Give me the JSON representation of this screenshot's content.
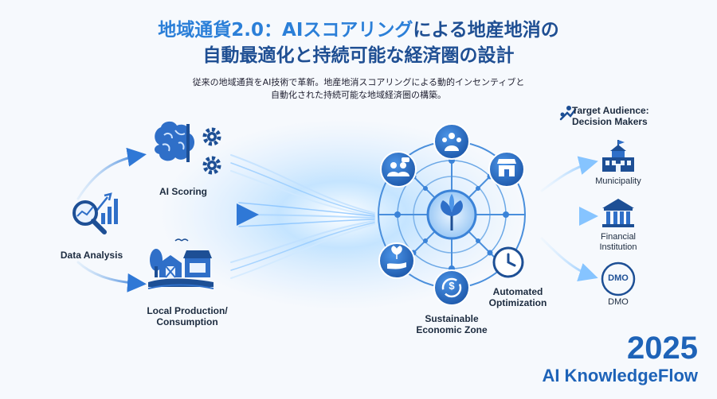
{
  "header": {
    "title_highlight": "地域通貨2.0：AIスコアリング",
    "title_rest_line1": "による地産地消の",
    "title_line2": "自動最適化と持続可能な経済圏の設計",
    "subtitle_line1": "従来の地域通貨をAI技術で革新。地産地消スコアリングによる動的インセンティブと",
    "subtitle_line2": "自動化された持続可能な地域経済圏の構築。"
  },
  "left": {
    "data_analysis": "Data Analysis",
    "ai_scoring": "AI Scoring",
    "local_production_1": "Local Production/",
    "local_production_2": "Consumption"
  },
  "center": {
    "automated_1": "Automated",
    "automated_2": "Optimization",
    "sustainable_1": "Sustainable",
    "sustainable_2": "Economic Zone",
    "currency_symbol": "$"
  },
  "right": {
    "target_1": "Target Audience:",
    "target_2": "Decision Makers",
    "municipality": "Municipality",
    "financial_1": "Financial",
    "financial_2": "Institution",
    "dmo_icon_text": "DMO",
    "dmo": "DMO"
  },
  "footer": {
    "year": "2025",
    "brand": "AI KnowledgeFlow"
  },
  "colors": {
    "navy": "#1f4f93",
    "accent": "#2b7fd8",
    "icon_blue": "#2f6fc8",
    "glow": "#9fd0ff"
  }
}
